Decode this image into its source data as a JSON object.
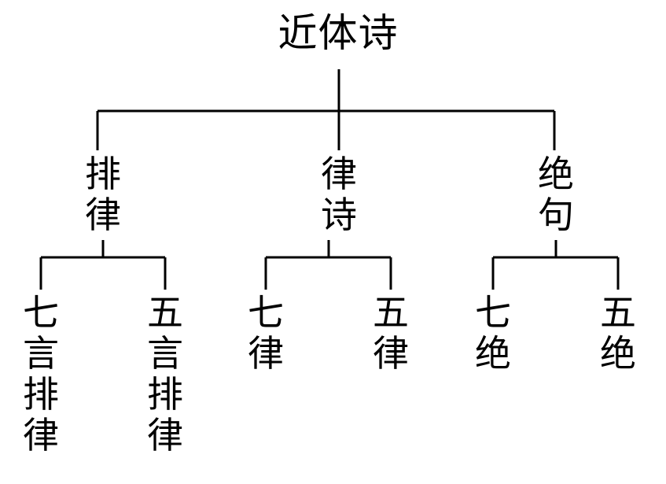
{
  "diagram": {
    "title": "近体诗",
    "type": "hierarchy-tree",
    "orientation": "top-down",
    "text_direction": "vertical-stacked",
    "colors": {
      "background": "#ffffff",
      "line": "#000000",
      "text": "#000000"
    },
    "root": {
      "label": "近体诗"
    },
    "level1": [
      {
        "label": "排律"
      },
      {
        "label": "律诗"
      },
      {
        "label": "绝句"
      }
    ],
    "level2": [
      {
        "label": "七言排律",
        "parent": "排律"
      },
      {
        "label": "五言排律",
        "parent": "排律"
      },
      {
        "label": "七律",
        "parent": "律诗"
      },
      {
        "label": "五律",
        "parent": "律诗"
      },
      {
        "label": "七绝",
        "parent": "绝句"
      },
      {
        "label": "五绝",
        "parent": "绝句"
      }
    ]
  }
}
